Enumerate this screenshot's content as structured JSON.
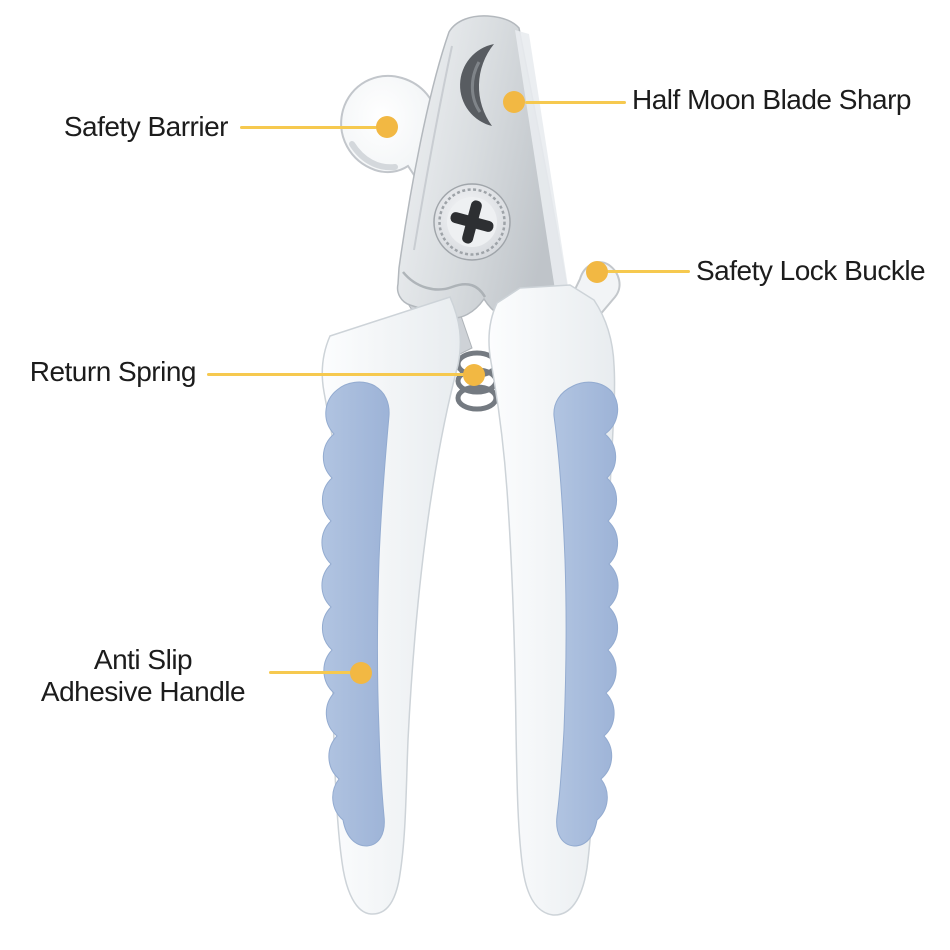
{
  "page": {
    "background": "#FFFFFF",
    "kind": "product annotation diagram",
    "product": "pet nail clipper"
  },
  "colors": {
    "page_bg": "#FFFFFF",
    "leader_line": "#F6C94F",
    "leader_dot": "#F2B843",
    "label_text": "#1C1C1C",
    "grip_blue": "#A7BCDC",
    "handle_white": "#F8FAFB",
    "metal_light": "#EFF1F3",
    "metal_dark": "#C3C8CD",
    "blade_notch_dark": "#585C61"
  },
  "annotations": [
    {
      "id": "safety-barrier",
      "label": "Safety Barrier"
    },
    {
      "id": "half-moon-blade",
      "label": "Half Moon Blade Sharp"
    },
    {
      "id": "safety-lock-buckle",
      "label": "Safety Lock Buckle"
    },
    {
      "id": "return-spring",
      "label": "Return Spring"
    },
    {
      "id": "anti-slip-handle",
      "label_line1": "Anti Slip",
      "label_line2": "Adhesive Handle"
    }
  ]
}
